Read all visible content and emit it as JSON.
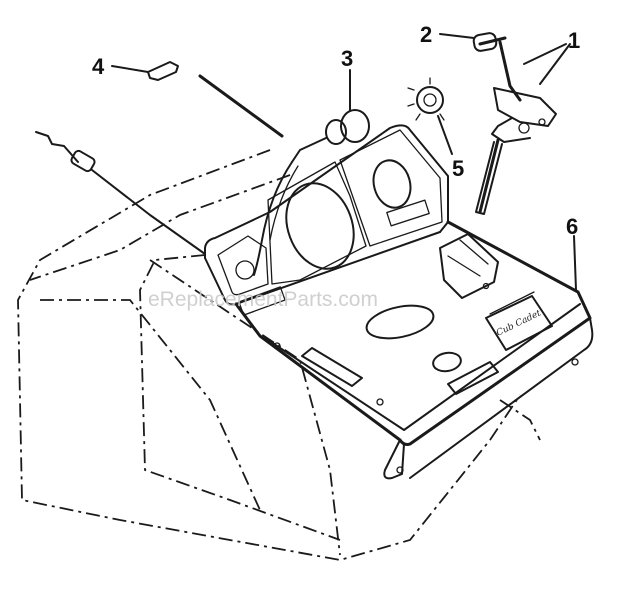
{
  "callouts": [
    {
      "label": "1"
    },
    {
      "label": "2"
    },
    {
      "label": "3"
    },
    {
      "label": "4"
    },
    {
      "label": "5"
    },
    {
      "label": "6"
    }
  ],
  "badge_text": "Cub Cadet",
  "watermark": "eReplacementParts.com",
  "colors": {
    "ink": "#1a1a1a",
    "background": "#ffffff",
    "watermark": "#c8c8c8"
  }
}
